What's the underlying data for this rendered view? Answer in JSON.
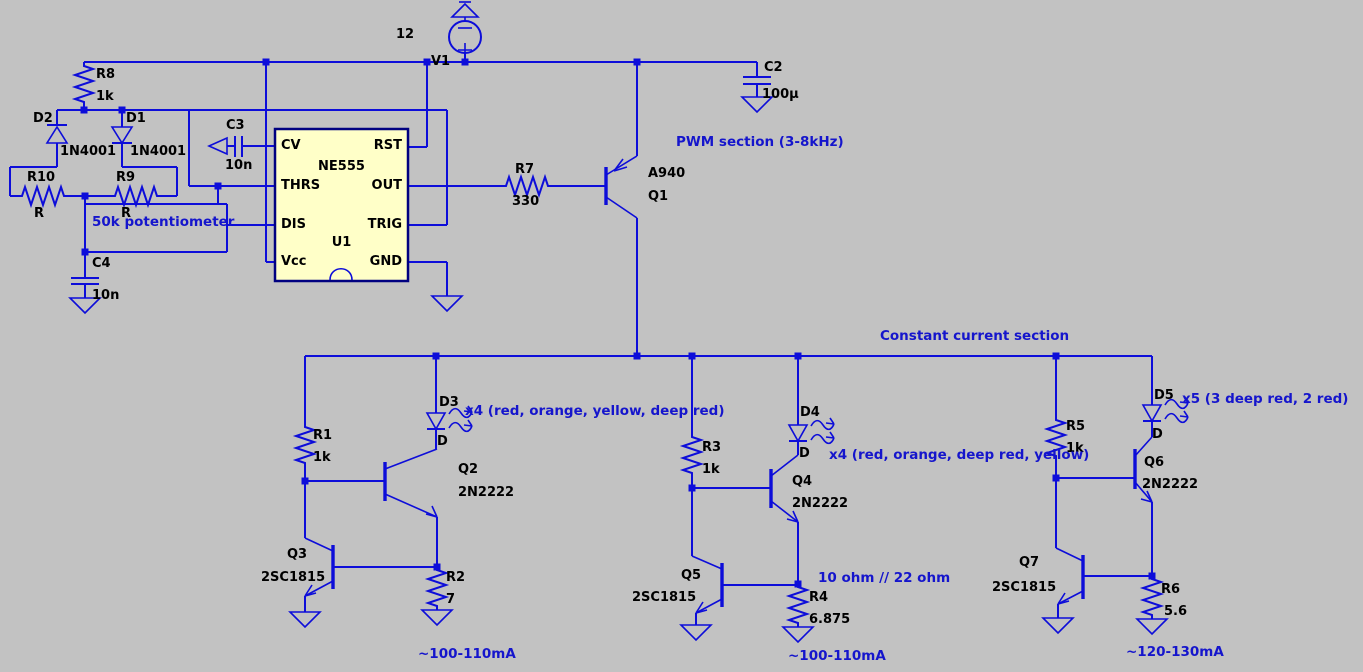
{
  "colors": {
    "background": "#c2c2c2",
    "wire": "#0d0dd9",
    "annotation": "#1515cc",
    "chip_fill": "#ffffc8",
    "chip_border": "#000080",
    "label": "#000000"
  },
  "chip": {
    "ref": "U1",
    "part": "NE555",
    "pins_left": [
      "CV",
      "THRS",
      "DIS",
      "Vcc"
    ],
    "pins_right": [
      "RST",
      "OUT",
      "TRIG",
      "GND"
    ]
  },
  "components": {
    "v1": {
      "ref": "V1",
      "value": "12"
    },
    "r8": {
      "ref": "R8",
      "value": "1k"
    },
    "d2": {
      "ref": "D2",
      "value": "1N4001"
    },
    "d1": {
      "ref": "D1",
      "value": "1N4001"
    },
    "r10": {
      "ref": "R10",
      "value": "R"
    },
    "r9": {
      "ref": "R9",
      "value": "R"
    },
    "c4": {
      "ref": "C4",
      "value": "10n"
    },
    "c3": {
      "ref": "C3",
      "value": "10n"
    },
    "c2": {
      "ref": "C2",
      "value": "100µ"
    },
    "r7": {
      "ref": "R7",
      "value": "330"
    },
    "q1": {
      "ref": "Q1",
      "value": "A940"
    },
    "r1": {
      "ref": "R1",
      "value": "1k"
    },
    "d3": {
      "ref": "D3",
      "value": "D"
    },
    "q2": {
      "ref": "Q2",
      "value": "2N2222"
    },
    "q3": {
      "ref": "Q3",
      "value": "2SC1815"
    },
    "r2": {
      "ref": "R2",
      "value": "7"
    },
    "r3": {
      "ref": "R3",
      "value": "1k"
    },
    "d4": {
      "ref": "D4",
      "value": "D"
    },
    "q4": {
      "ref": "Q4",
      "value": "2N2222"
    },
    "q5": {
      "ref": "Q5",
      "value": "2SC1815"
    },
    "r4": {
      "ref": "R4",
      "value": "6.875"
    },
    "r5": {
      "ref": "R5",
      "value": "1k"
    },
    "d5": {
      "ref": "D5",
      "value": "D"
    },
    "q6": {
      "ref": "Q6",
      "value": "2N2222"
    },
    "q7": {
      "ref": "Q7",
      "value": "2SC1815"
    },
    "r6": {
      "ref": "R6",
      "value": "5.6"
    }
  },
  "annotations": {
    "pot": "50k potentiometer",
    "pwm_section": "PWM section (3-8kHz)",
    "cc_section": "Constant current section",
    "led_string_1": "x4 (red, orange, yellow, deep red)",
    "led_string_2": "x4 (red, orange, deep red, yellow)",
    "led_string_3": "x5 (3 deep red, 2 red)",
    "r4_note": "10 ohm // 22 ohm",
    "current_1": "~100-110mA",
    "current_2": "~100-110mA",
    "current_3": "~120-130mA"
  }
}
